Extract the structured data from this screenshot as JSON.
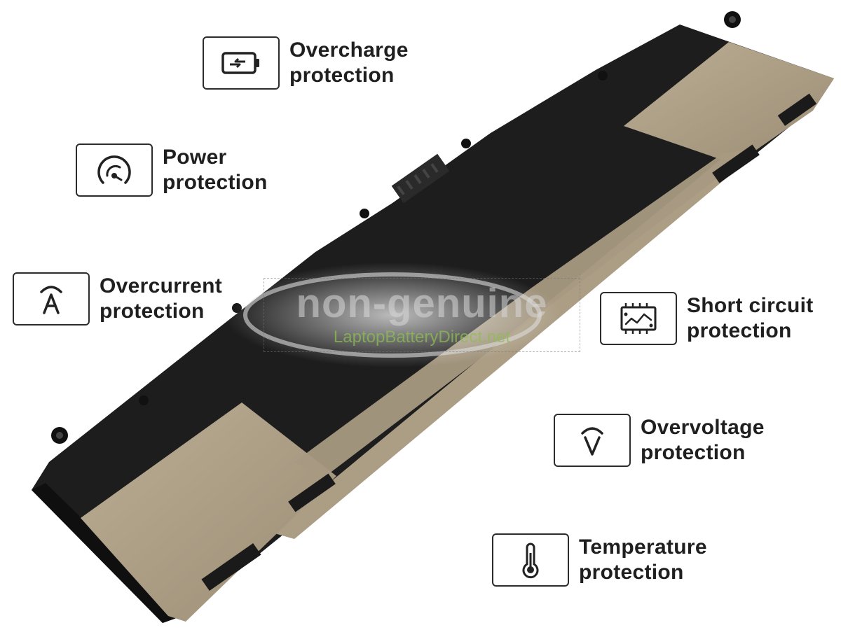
{
  "features": [
    {
      "id": "overcharge",
      "icon": "battery-charge-icon",
      "line1": "Overcharge",
      "line2": "protection"
    },
    {
      "id": "power",
      "icon": "gauge-icon",
      "line1": "Power",
      "line2": "protection"
    },
    {
      "id": "overcurrent",
      "icon": "ampere-icon",
      "line1": "Overcurrent",
      "line2": "protection"
    },
    {
      "id": "short",
      "icon": "circuit-board-icon",
      "line1": "Short circuit",
      "line2": "protection"
    },
    {
      "id": "overvoltage",
      "icon": "voltage-icon",
      "line1": "Overvoltage",
      "line2": "protection"
    },
    {
      "id": "temp",
      "icon": "thermometer-icon",
      "line1": "Temperature",
      "line2": "protection"
    }
  ],
  "watermark": {
    "main": "non-genuine",
    "sub": "LaptopBatteryDirect.net"
  },
  "colors": {
    "battery_body": "#1e1e1e",
    "tape": "#a89a82",
    "text": "#1f1f1f",
    "watermark_sub": "#8cbe50"
  }
}
